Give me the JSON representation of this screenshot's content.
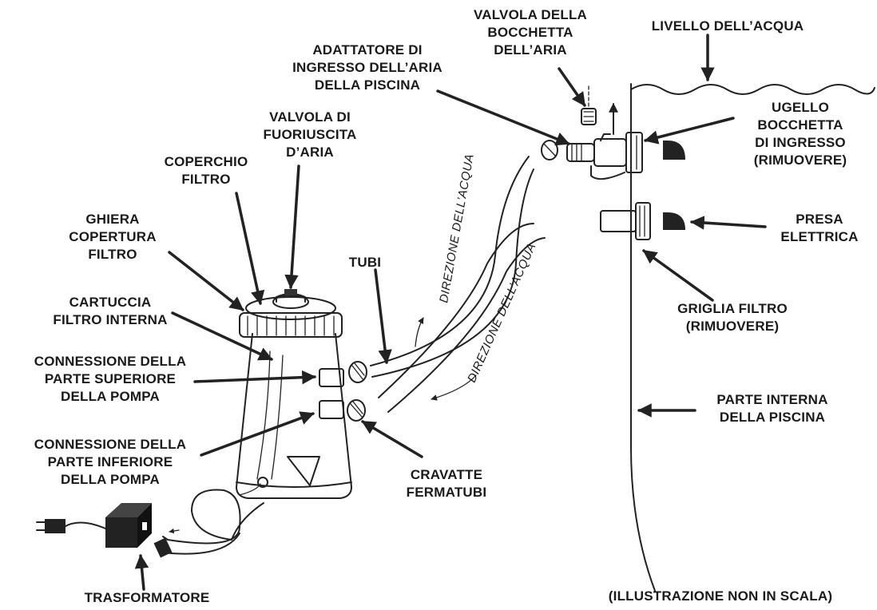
{
  "labels": {
    "air_valve_nozzle": [
      "VALVOLA DELLA",
      "BOCCHETTA",
      "DELL’ARIA"
    ],
    "water_level": [
      "LIVELLO DELL’ACQUA"
    ],
    "pool_air_inlet_adapter": [
      "ADATTATORE DI",
      "INGRESSO DELL’ARIA",
      "DELLA PISCINA"
    ],
    "air_release_valve": [
      "VALVOLA DI",
      "FUORIUSCITA",
      "D’ARIA"
    ],
    "inlet_nozzle": [
      "UGELLO",
      "BOCCHETTA",
      "DI INGRESSO",
      "(RIMUOVERE)"
    ],
    "filter_cover": [
      "COPERCHIO",
      "FILTRO"
    ],
    "filter_cover_ring": [
      "GHIERA",
      "COPERTURA",
      "FILTRO"
    ],
    "power_outlet": [
      "PRESA",
      "ELETTRICA"
    ],
    "hoses": [
      "TUBI"
    ],
    "internal_cartridge": [
      "CARTUCCIA",
      "FILTRO INTERNA"
    ],
    "strainer_grid": [
      "GRIGLIA FILTRO",
      "(RIMUOVERE)"
    ],
    "pump_top_connection": [
      "CONNESSIONE DELLA",
      "PARTE SUPERIORE",
      "DELLA POMPA"
    ],
    "pool_inside": [
      "PARTE INTERNA",
      "DELLA PISCINA"
    ],
    "pump_bottom_connection": [
      "CONNESSIONE DELLA",
      "PARTE INFERIORE",
      "DELLA POMPA"
    ],
    "hose_clamps": [
      "CRAVATTE",
      "FERMATUBI"
    ],
    "transformer": [
      "TRASFORMATORE"
    ],
    "not_to_scale": [
      "(ILLUSTRAZIONE NON IN SCALA)"
    ]
  },
  "water_direction": "DIREZIONE DELL’ACQUA"
}
